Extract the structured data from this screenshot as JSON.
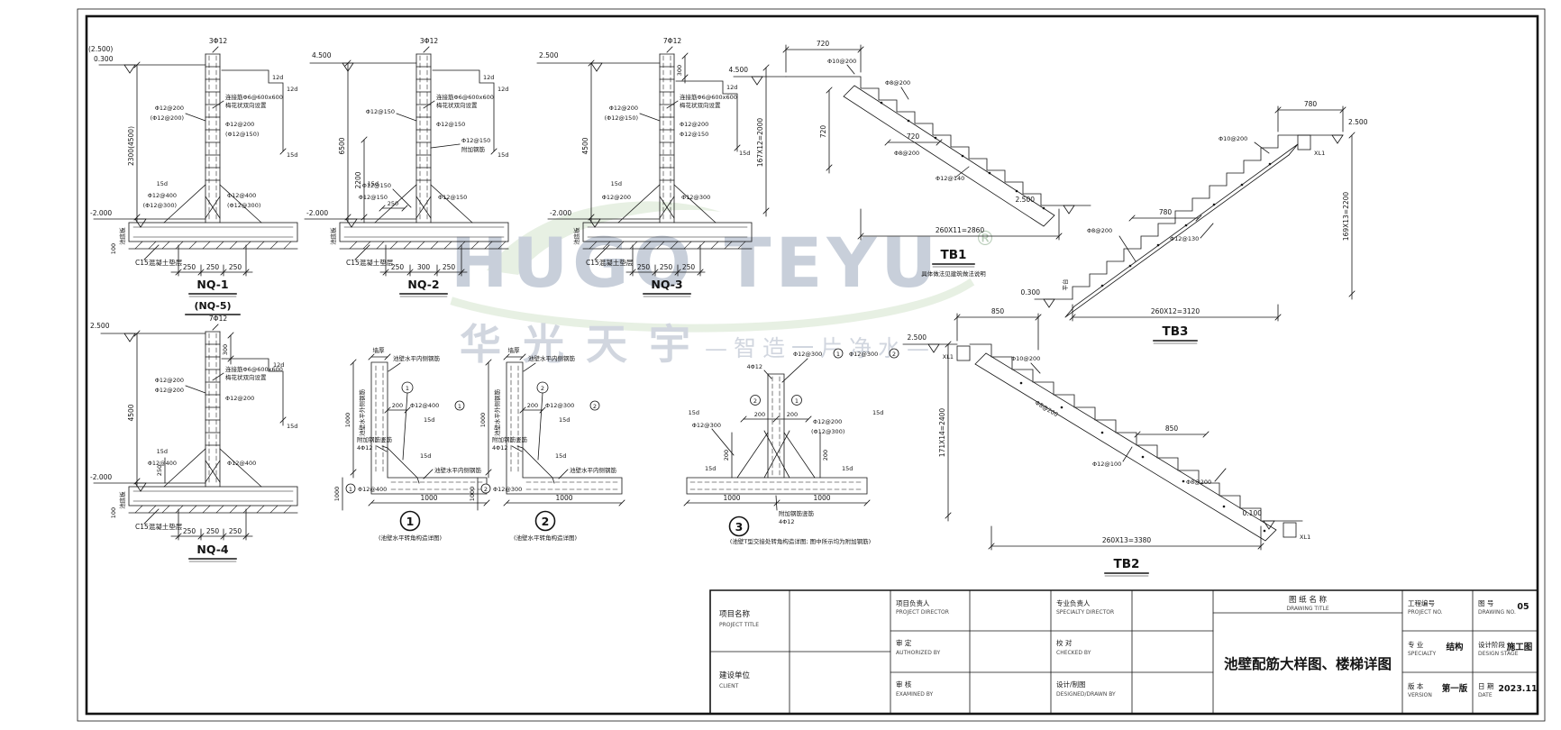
{
  "wm": {
    "brand": "HUGO TEYU",
    "reg": "®",
    "cn": "华光天宇",
    "slogan": "—智造一片净水—"
  },
  "nq1": {
    "title": "NQ-1",
    "subtitle": "(NQ-5)",
    "elev_a": "(2.500)",
    "elev_b": "0.300",
    "elev_c": "-2.000",
    "top_bars": "3Φ12",
    "lap_a": "12d",
    "lap_b": "12d",
    "lap_c": "15d",
    "left_bar_a": "Φ12@200",
    "left_bar_b": "(Φ12@200)",
    "right_bar_a": "Φ12@200",
    "right_bar_b": "(Φ12@150)",
    "tie_a": "连接筋Φ6@600x600",
    "tie_b": "梅花状双向设置",
    "height": "2300(4500)",
    "anchor": "15d",
    "foot_left_a": "Φ12@400",
    "foot_left_b": "(Φ12@300)",
    "foot_right_a": "Φ12@400",
    "foot_right_b": "(Φ12@300)",
    "slab": "池底板",
    "blind": "C15混凝土垫层",
    "dim_e": "100",
    "dim_a": "250",
    "dim_b": "250",
    "dim_c": "250"
  },
  "nq2": {
    "title": "NQ-2",
    "elev_a": "4.500",
    "elev_c": "-2.000",
    "top_bars": "3Φ12",
    "lap_a": "12d",
    "lap_b": "12d",
    "lap_c": "15d",
    "left_bar_a": "Φ12@150",
    "right_bar_a": "Φ12@150",
    "tie_a": "连接筋Φ6@600x600",
    "tie_b": "梅花状双向设置",
    "add_bar": "Φ12@150",
    "add_note": "附加钢筋",
    "height": "6500",
    "dim_d": "2200",
    "dim_e": "250",
    "mid_bar": "Φ12@150",
    "anchor": "15d",
    "foot_left_a": "Φ12@150",
    "foot_right_a": "Φ12@150",
    "slab": "池底板",
    "blind": "C15混凝土垫层",
    "dim_a": "250",
    "dim_b": "300",
    "dim_c": "250"
  },
  "nq3": {
    "title": "NQ-3",
    "elev_a": "2.500",
    "elev_c": "-2.000",
    "top_bars": "7Φ12",
    "dim_top": "300",
    "lap_a": "12d",
    "lap_c": "15d",
    "left_bar_a": "Φ12@200",
    "left_bar_b": "(Φ12@150)",
    "right_bar_a": "Φ12@200",
    "right_bar_b": "Φ12@150",
    "tie_a": "连接筋Φ6@600x600",
    "tie_b": "梅花状双向设置",
    "height": "4500",
    "riser": "167X12=2000",
    "anchor": "15d",
    "foot_left_a": "Φ12@200",
    "foot_right_a": "Φ12@300",
    "slab": "池底板",
    "blind": "C15混凝土垫层",
    "dim_a": "250",
    "dim_b": "250",
    "dim_c": "250"
  },
  "nq4": {
    "title": "NQ-4",
    "elev_a": "2.500",
    "elev_c": "-2.000",
    "top_bars": "7Φ12",
    "dim_top": "300",
    "lap_a": "12d",
    "lap_c": "15d",
    "left_bar_a": "Φ12@200",
    "left_bar_b": "Φ12@200",
    "right_bar_a": "Φ12@200",
    "tie_a": "连接筋Φ6@600x600",
    "tie_b": "梅花状双向设置",
    "height": "4500",
    "dim_d": "250",
    "anchor": "15d",
    "foot_left_a": "Φ12@400",
    "foot_right_a": "Φ12@400",
    "slab": "池底板",
    "blind": "C15混凝土垫层",
    "dim_e": "100",
    "dim_a": "250",
    "dim_b": "250",
    "dim_c": "250"
  },
  "c1": {
    "num": "1",
    "wall": "墙厚",
    "inner_top": "池壁水平内侧钢筋",
    "outer": "池壁水平外侧钢筋",
    "v1000": "1000",
    "d200": "200",
    "bar": "Φ12@400",
    "a15_a": "15d",
    "a15_b": "15d",
    "add_a": "附加钢筋竖筋",
    "add_b": "4Φ12",
    "inner_bot": "池壁水平内侧钢筋",
    "h1000": "1000",
    "bar2": "Φ12@400",
    "b1000": "1000",
    "caption": "(池壁水平转角构造详图)"
  },
  "c2": {
    "num": "2",
    "wall": "墙厚",
    "inner_top": "池壁水平内侧钢筋",
    "outer": "池壁水平外侧钢筋",
    "v1000": "1000",
    "d200": "200",
    "bar": "Φ12@300",
    "a15_a": "15d",
    "a15_b": "15d",
    "add_a": "附加钢筋竖筋",
    "add_b": "4Φ12",
    "inner_bot": "池壁水平内侧钢筋",
    "h1000": "1000",
    "bar2": "Φ12@300",
    "b1000": "1000",
    "caption": "(池壁水平转角构造详图)"
  },
  "c3": {
    "num": "3",
    "m1": "1",
    "m2": "2",
    "top_bar_a": "Φ12@300",
    "top_bar_b": "Φ12@300",
    "add_top": "4Φ12",
    "d200_a": "200",
    "d200_b": "200",
    "left_bar": "Φ12@300",
    "right_bar_a": "Φ12@200",
    "right_bar_b": "(Φ12@300)",
    "a15_l": "15d",
    "a15_r": "15d",
    "v200_l": "200",
    "v200_r": "200",
    "a15_bl": "15d",
    "a15_br": "15d",
    "h1000_l": "1000",
    "h1000_r": "1000",
    "add_a": "附加钢筋竖筋",
    "add_b": "4Φ12",
    "caption": "(池壁T型交接处转角构造详图; 图中所示均为附加钢筋)"
  },
  "tb1": {
    "title": "TB1",
    "elev_top": "4.500",
    "elev_bot": "2.500",
    "dim_top": "720",
    "dim_v": "720",
    "dim_mid": "720",
    "bar_top": "Φ10@200",
    "bar_sl1": "Φ8@200",
    "bar_sl2": "Φ8@200",
    "bar_bot": "Φ12@140",
    "total": "260X11=2860",
    "note": "具体做法见建筑做法说明"
  },
  "tb2": {
    "title": "TB2",
    "elev_top": "2.500",
    "elev_bot": "0.100",
    "xl_top": "XL1",
    "xl_bot": "XL1",
    "dim_top": "850",
    "dim_mid": "850",
    "riser": "171X14=2400",
    "bar_top": "Φ10@200",
    "bar_sl1": "Φ8@200",
    "bar_sl2": "Φ8@200",
    "bar_bot": "Φ12@100",
    "total": "260X13=3380"
  },
  "tb3": {
    "title": "TB3",
    "elev_top": "2.500",
    "elev_bot": "0.300",
    "xl": "XL1",
    "platform": "平台",
    "dim_top": "780",
    "dim_mid": "780",
    "riser": "169X13=2200",
    "bar_top": "Φ10@200",
    "bar_sl": "Φ8@200",
    "bar_bot": "Φ12@130",
    "total": "260X12=3120"
  },
  "tblock": {
    "project_label": "项目名称",
    "project_label_en": "PROJECT TITLE",
    "client_label": "建设单位",
    "client_label_en": "CLIENT",
    "pd_label": "项目负责人",
    "pd_label_en": "PROJECT DIRECTOR",
    "auth_label": "审  定",
    "auth_label_en": "AUTHORIZED BY",
    "exam_label": "审  核",
    "exam_label_en": "EXAMINED BY",
    "sd_label": "专业负责人",
    "sd_label_en": "SPECIALTY DIRECTOR",
    "check_label": "校  对",
    "check_label_en": "CHECKED BY",
    "design_label": "设计/制图",
    "design_label_en": "DESIGNED/DRAWN BY",
    "title_label": "图 纸 名 称",
    "title_label_en": "DRAWING TITLE",
    "drawing_title": "池壁配筋大样图、楼梯详图",
    "pno_label": "工程编号",
    "pno_label_en": "PROJECT NO.",
    "dno_label": "图  号",
    "dno_label_en": "DRAWING NO.",
    "dno_value": "05",
    "spec_label": "专  业",
    "spec_label_en": "SPECIALTY",
    "spec_value": "结构",
    "stage_label": "设计阶段",
    "stage_label_en": "DESIGN STAGE",
    "stage_value": "施工图",
    "ver_label": "版  本",
    "ver_label_en": "VERSION",
    "ver_value": "第一版",
    "date_label": "日  期",
    "date_label_en": "DATE",
    "date_value": "2023.11"
  }
}
